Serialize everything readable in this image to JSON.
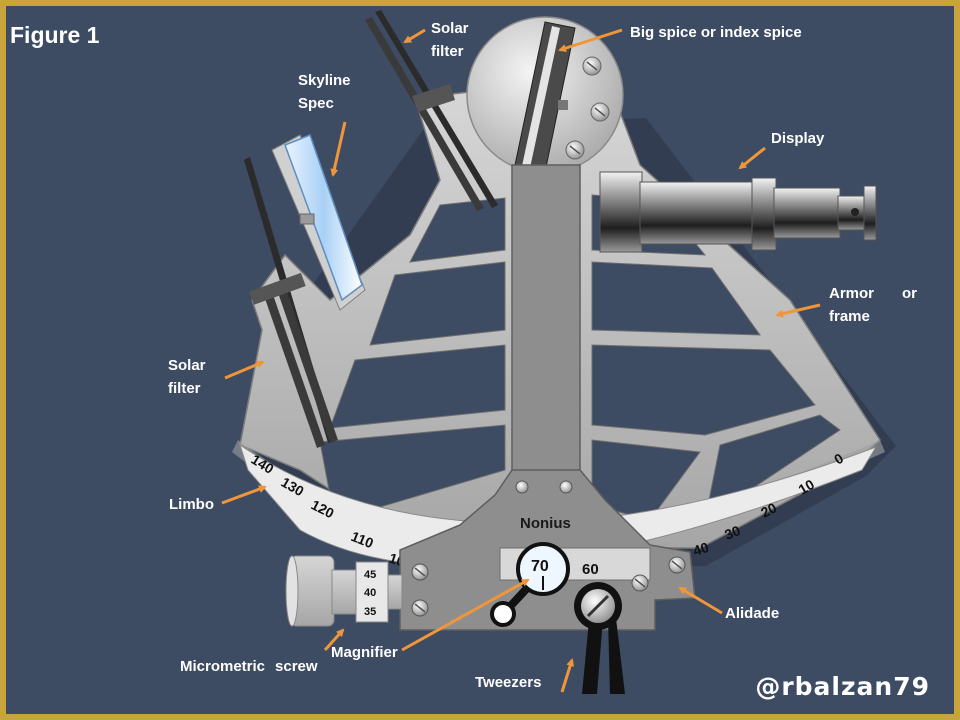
{
  "figure": {
    "title": "Figure 1",
    "credit": "@rbalzan79"
  },
  "labels": {
    "solar_filter_top": [
      "Solar",
      "filter"
    ],
    "index_mirror": "Big spice or index spice",
    "horizon_mirror": [
      "Skyline",
      "Spec"
    ],
    "telescope": "Display",
    "frame": [
      "Armor",
      "or",
      "frame"
    ],
    "solar_filter_left": [
      "Solar",
      "filter"
    ],
    "limb": "Limbo",
    "micrometer": [
      "Micrometric",
      "screw"
    ],
    "magnifier": "Magnifier",
    "nonius": "Nonius",
    "alidade": "Alidade",
    "clamp": "Tweezers"
  },
  "scale": {
    "limb_numbers": [
      "140",
      "130",
      "120",
      "110",
      "100",
      "40",
      "30",
      "20",
      "10",
      "0"
    ],
    "micrometer_numbers": [
      "45",
      "40",
      "35"
    ],
    "vernier_numbers": [
      "70",
      "60"
    ]
  },
  "colors": {
    "background": "#3d4b63",
    "border": "#c9a43a",
    "arrow": "#f0963a",
    "metal": "#b9b9b9",
    "metal_dark": "#8d8d8d",
    "label": "#ffffff"
  }
}
